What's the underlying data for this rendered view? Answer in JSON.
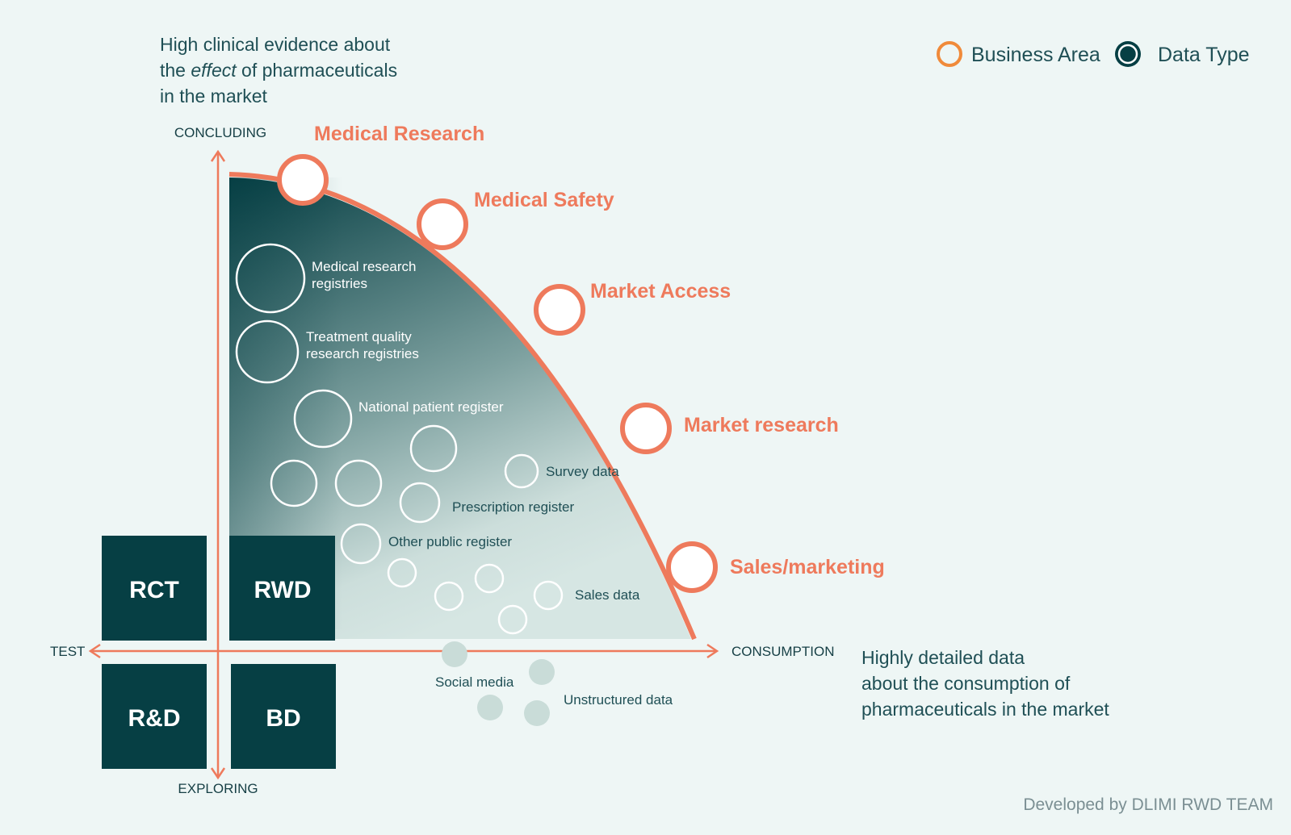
{
  "description_top": [
    "High clinical evidence about",
    "the effect of pharmaceuticals",
    "in the market"
  ],
  "description_top_emphasis": "effect",
  "description_right": [
    "Highly detailed data",
    "about the consumption of",
    "pharmaceuticals in the market"
  ],
  "axes": {
    "up": "CONCLUDING",
    "down": "EXPLORING",
    "left": "TEST",
    "right": "CONSUMPTION"
  },
  "legend": {
    "business_area": "Business Area",
    "data_type": "Data Type"
  },
  "business_areas": [
    "Medical Research",
    "Medical Safety",
    "Market Access",
    "Market research",
    "Sales/marketing"
  ],
  "data_types": {
    "medical_research_registries": [
      "Medical research",
      "registries"
    ],
    "treatment_quality": [
      "Treatment quality",
      "research registries"
    ],
    "national_patient_register": "National patient register",
    "survey_data": "Survey data",
    "prescription_register": "Prescription register",
    "other_public_register": "Other public register",
    "sales_data": "Sales data",
    "social_media": "Social media",
    "unstructured_data": "Unstructured data"
  },
  "quadrants": {
    "top_left": "RCT",
    "top_right": "RWD",
    "bottom_left": "R&D",
    "bottom_right": "BD"
  },
  "credit": "Developed by DLIMI RWD TEAM",
  "colors": {
    "background": "#eef6f5",
    "accent": "#ee7a5c",
    "dark_teal": "#063f44",
    "text": "#1f4f55"
  }
}
